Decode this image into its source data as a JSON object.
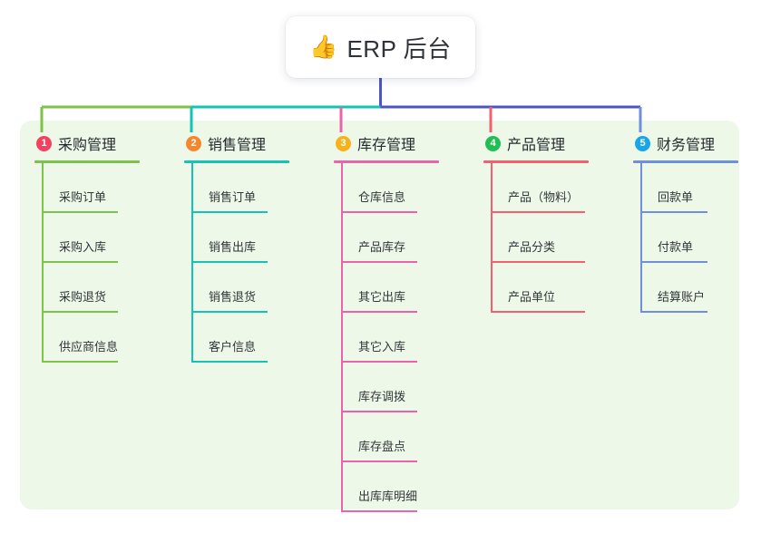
{
  "diagram": {
    "type": "mind-map",
    "root": {
      "icon": "thumbs-up-icon",
      "emoji": "👍",
      "label": "ERP 后台"
    },
    "panel_color": "#eef8e9",
    "bus_segments": [
      {
        "color": "#7dc24b"
      },
      {
        "color": "#14c3b2"
      },
      {
        "color": "#4d55c4"
      }
    ],
    "branches": [
      {
        "number": "1",
        "label": "采购管理",
        "badge_color": "#f2425f",
        "line_color": "#7dc24b",
        "rule_width": 116,
        "child_rule_width": 84,
        "children": [
          {
            "label": "采购订单"
          },
          {
            "label": "采购入库"
          },
          {
            "label": "采购退货"
          },
          {
            "label": "供应商信息"
          }
        ]
      },
      {
        "number": "2",
        "label": "销售管理",
        "badge_color": "#f5862e",
        "line_color": "#14c3b2",
        "rule_width": 116,
        "child_rule_width": 84,
        "children": [
          {
            "label": "销售订单"
          },
          {
            "label": "销售出库"
          },
          {
            "label": "销售退货"
          },
          {
            "label": "客户信息"
          }
        ]
      },
      {
        "number": "3",
        "label": "库存管理",
        "badge_color": "#f6b21b",
        "line_color": "#ea63ab",
        "rule_width": 116,
        "child_rule_width": 84,
        "children": [
          {
            "label": "仓库信息"
          },
          {
            "label": "产品库存"
          },
          {
            "label": "其它出库"
          },
          {
            "label": "其它入库"
          },
          {
            "label": "库存调拨"
          },
          {
            "label": "库存盘点"
          },
          {
            "label": "出库库明细"
          }
        ]
      },
      {
        "number": "4",
        "label": "产品管理",
        "badge_color": "#21bf53",
        "line_color": "#f4606c",
        "rule_width": 116,
        "child_rule_width": 104,
        "children": [
          {
            "label": "产品（物料）"
          },
          {
            "label": "产品分类"
          },
          {
            "label": "产品单位"
          }
        ]
      },
      {
        "number": "5",
        "label": "财务管理",
        "badge_color": "#17a6e8",
        "line_color": "#6f8fdc",
        "rule_width": 116,
        "child_rule_width": 74,
        "children": [
          {
            "label": "回款单"
          },
          {
            "label": "付款单"
          },
          {
            "label": "结算账户"
          }
        ]
      }
    ]
  }
}
